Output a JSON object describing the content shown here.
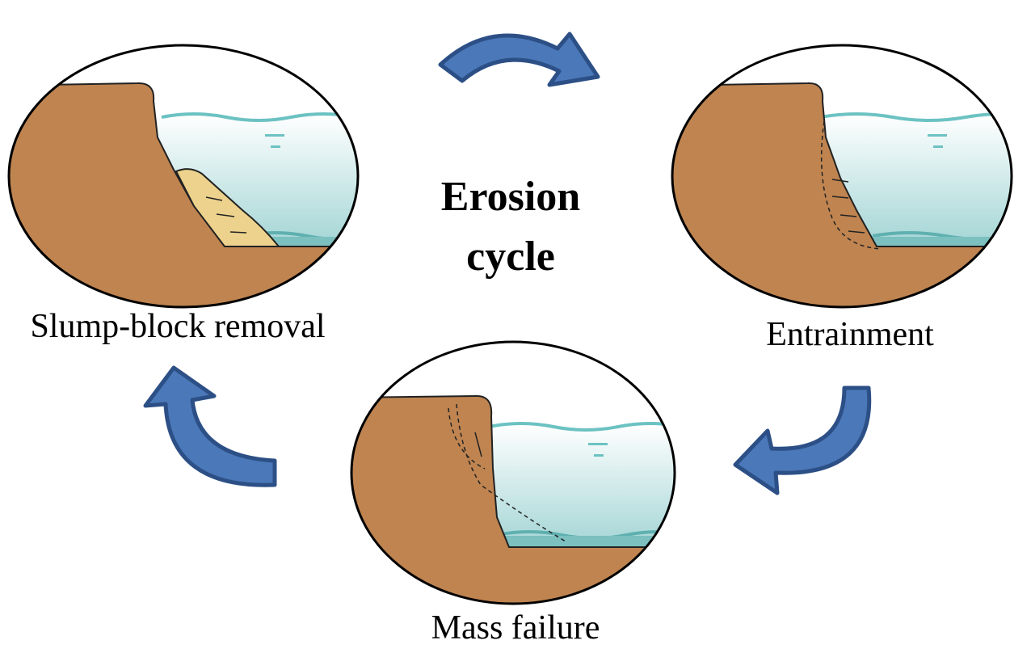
{
  "title": {
    "line1": "Erosion",
    "line2": "cycle"
  },
  "stages": [
    {
      "label": "Slump-block removal"
    },
    {
      "label": "Entrainment"
    },
    {
      "label": "Mass failure"
    }
  ],
  "colors": {
    "soil": "#bf8450",
    "sand": "#ecd28c",
    "water_top": "#ffffff",
    "water_bottom": "#9fd3d3",
    "water_line": "#6cc2c2",
    "arrow": "#4a78b8",
    "arrow_stroke": "#2c4f86"
  }
}
